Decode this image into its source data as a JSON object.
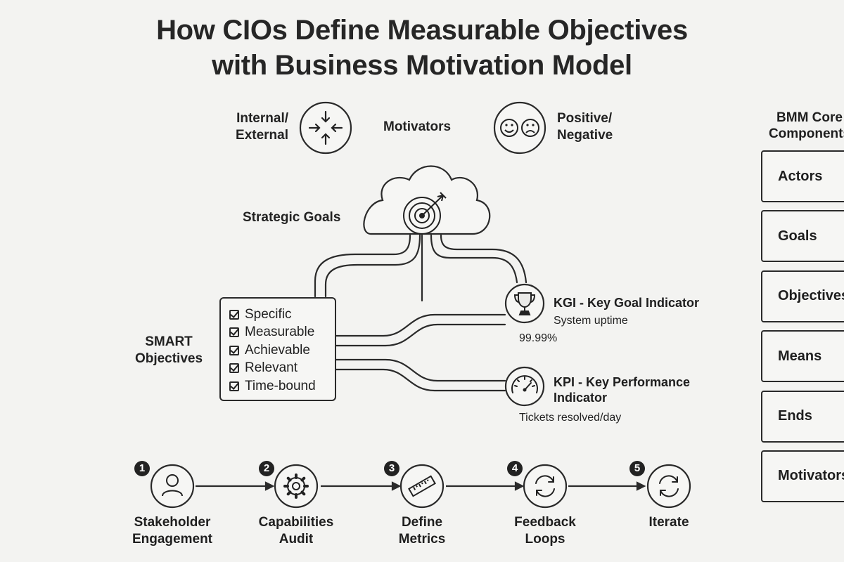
{
  "title": {
    "line1": "How CIOs Define Measurable Objectives",
    "line2": "with Business Motivation Model"
  },
  "motivators": {
    "internal_line1": "Internal/",
    "internal_line2": "External",
    "center_label": "Motivators",
    "positive_line1": "Positive/",
    "positive_line2": "Negative"
  },
  "strategic_goals": "Strategic Goals",
  "smart": {
    "label_line1": "SMART",
    "label_line2": "Objectives",
    "items": [
      "Specific",
      "Measurable",
      "Achievable",
      "Relevant",
      "Time-bound"
    ]
  },
  "kgi": {
    "title": "KGI - Key Goal Indicator",
    "example": "System uptime",
    "value": "99.99%"
  },
  "kpi": {
    "title_line1": "KPI - Key Performance",
    "title_line2": "Indicator",
    "example": "Tickets resolved/day"
  },
  "bmm": {
    "title_line1": "BMM Core",
    "title_line2": "Components",
    "items": [
      "Actors",
      "Goals",
      "Objectives",
      "Means",
      "Ends",
      "Motivators"
    ]
  },
  "steps": [
    {
      "num": "1",
      "line1": "Stakeholder",
      "line2": "Engagement"
    },
    {
      "num": "2",
      "line1": "Capabilities",
      "line2": "Audit"
    },
    {
      "num": "3",
      "line1": "Define",
      "line2": "Metrics"
    },
    {
      "num": "4",
      "line1": "Feedback",
      "line2": "Loops"
    },
    {
      "num": "5",
      "line1": "Iterate",
      "line2": ""
    }
  ],
  "colors": {
    "ink": "#222222",
    "background": "#f3f3f1"
  }
}
